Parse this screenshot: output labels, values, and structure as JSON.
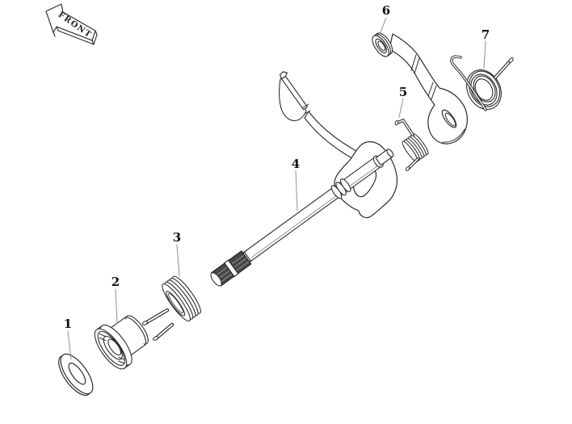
{
  "figure": {
    "front_label": "FRONT",
    "callouts": [
      {
        "number": "1"
      },
      {
        "number": "2"
      },
      {
        "number": "3"
      },
      {
        "number": "4"
      },
      {
        "number": "5"
      },
      {
        "number": "6"
      },
      {
        "number": "7"
      }
    ],
    "colors": {
      "ink": "#2b2b2b",
      "leader": "#9a9a9a",
      "background": "#ffffff",
      "spline_fill": "#474747"
    }
  }
}
